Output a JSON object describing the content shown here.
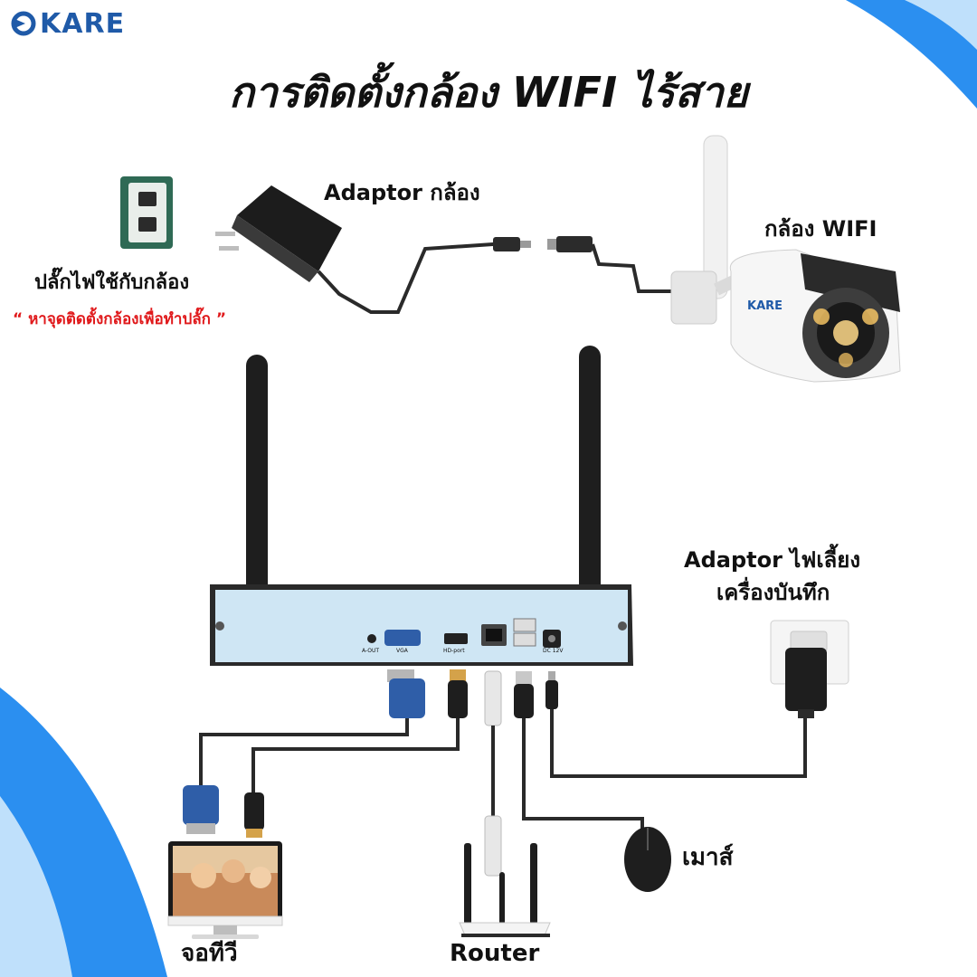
{
  "brand": {
    "name": "KARE",
    "color": "#1f5aa8"
  },
  "title": "การติดตั้งกล้อง WIFI ไร้สาย",
  "labels": {
    "camera_adaptor": "Adaptor กล้อง",
    "wifi_camera": "กล้อง WIFI",
    "camera_outlet": "ปลั๊กไฟใช้กับกล้อง",
    "outlet_note": "“ หาจุดติดตั้งกล้องเพื่อทำปลั๊ก ”",
    "recorder_adaptor_line1": "Adaptor ไฟเลี้ยง",
    "recorder_adaptor_line2": "เครื่องบันทึก",
    "tv": "จอทีวี",
    "router": "Router",
    "mouse": "เมาส์"
  },
  "camera_brand": "KARE",
  "ports": [
    "A-OUT",
    "VGA",
    "HD-port",
    "DC 12V"
  ],
  "colors": {
    "accent_blue": "#2b8ff0",
    "note_red": "#e0191b",
    "cable": "#2a2a2a",
    "nvr_panel": "#cfe6f4"
  }
}
